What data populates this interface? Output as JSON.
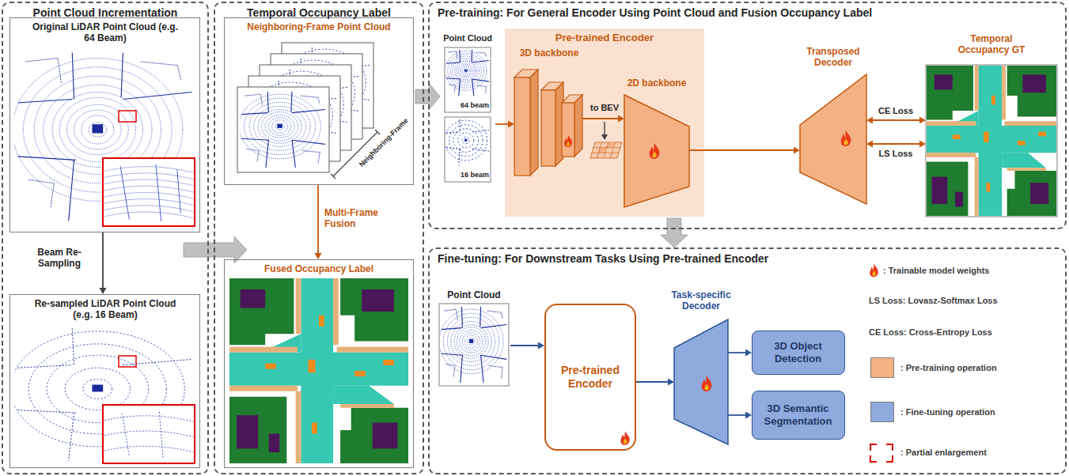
{
  "diagram": {
    "nodes": [
      {
        "text": [
          "Point Cloud Incrementation"
        ]
      },
      {
        "text": [
          "Original LiDAR Point Cloud (e.g. 64 Beam)"
        ],
        "in": 0
      },
      {
        "text": [
          "Re-sampled LiDAR Point Cloud (e.g. 16 Beam)"
        ],
        "in": 0
      },
      {
        "text": [
          "Temporal Occupancy Label"
        ]
      },
      {
        "text": [
          "Neighboring-Frame Point Cloud"
        ],
        "in": 3
      },
      {
        "text": [
          "Fused Occupancy Label"
        ],
        "in": 3
      },
      {
        "text": [
          "Pre-training: For General Encoder Using Point Cloud and Fusion Occupancy Label"
        ]
      },
      {
        "text": [
          "Point Cloud",
          "64 beam",
          "16 beam"
        ],
        "in": 6
      },
      {
        "text": [
          "Pre-trained Encoder"
        ],
        "in": 6
      },
      {
        "text": [
          "3D backbone"
        ],
        "in": 8
      },
      {
        "text": [
          "2D backbone"
        ],
        "in": 8
      },
      {
        "text": [
          "Transposed Decoder"
        ],
        "in": 6
      },
      {
        "text": [
          "Temporal Occupancy GT"
        ],
        "in": 6
      },
      {
        "text": [
          "Fine-tuning: For Downstream Tasks Using Pre-trained Encoder"
        ]
      },
      {
        "text": [
          "Point Cloud"
        ],
        "in": 13
      },
      {
        "text": [
          "Pre-trained Encoder"
        ],
        "in": 13
      },
      {
        "text": [
          "Task-specific Decoder"
        ],
        "in": 13
      },
      {
        "text": [
          "3D Object Detection"
        ],
        "in": 13
      },
      {
        "text": [
          "3D Semantic Segmentation"
        ],
        "in": 13
      }
    ],
    "edges": [
      {
        "from": 1,
        "to": 2,
        "arrow": "to",
        "label": "Beam Re-Sampling"
      },
      {
        "from": 0,
        "to": 3,
        "arrow": "to"
      },
      {
        "from": 4,
        "to": 5,
        "arrow": "to",
        "label": "Multi-Frame Fusion"
      },
      {
        "from": 4,
        "to": 7,
        "arrow": "to"
      },
      {
        "from": 7,
        "to": 9,
        "arrow": "to"
      },
      {
        "from": 9,
        "to": 10,
        "arrow": "to",
        "label": "to BEV"
      },
      {
        "from": 10,
        "to": 11,
        "arrow": "to"
      },
      {
        "from": 11,
        "to": 12,
        "arrow": "both",
        "label": "CE Loss"
      },
      {
        "from": 11,
        "to": 12,
        "arrow": "both",
        "label": "LS Loss"
      },
      {
        "from": 8,
        "to": 13,
        "arrow": "to"
      },
      {
        "from": 14,
        "to": 15,
        "arrow": "to"
      },
      {
        "from": 15,
        "to": 16,
        "arrow": "to"
      },
      {
        "from": 16,
        "to": 17,
        "arrow": "to"
      },
      {
        "from": 16,
        "to": 18,
        "arrow": "to"
      }
    ],
    "labels": [
      "Neighboring-Frame",
      "LS Loss: Lovasz-Softmax Loss",
      "CE Loss: Cross-Entropy Loss"
    ],
    "legend": [
      {
        "text": ": Trainable model weights"
      },
      {
        "text": ": Pre-training operation",
        "color": "#f4b183"
      },
      {
        "text": ": Fine-tuning operation",
        "color": "#8faadc"
      },
      {
        "text": ": Partial enlargement"
      }
    ]
  }
}
